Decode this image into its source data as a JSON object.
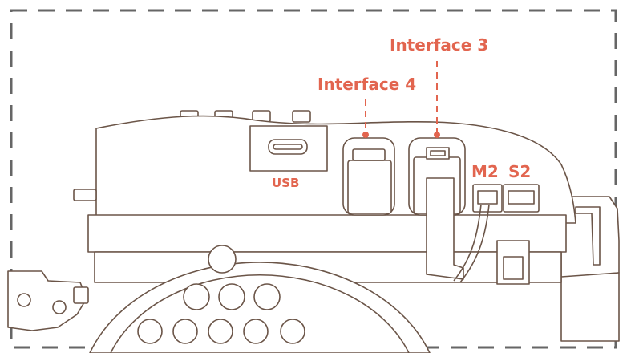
{
  "labels": {
    "interface_3": "Interface 3",
    "interface_4": "Interface 4",
    "usb": "USB",
    "m2": "M2",
    "s2": "S2"
  },
  "colors": {
    "label": "#e2654f",
    "line": "#6b5548",
    "frame": "#666666",
    "fill": "#ffffff"
  },
  "icons": {
    "leader": "dashed-leader-line",
    "frame": "dashed-border"
  }
}
